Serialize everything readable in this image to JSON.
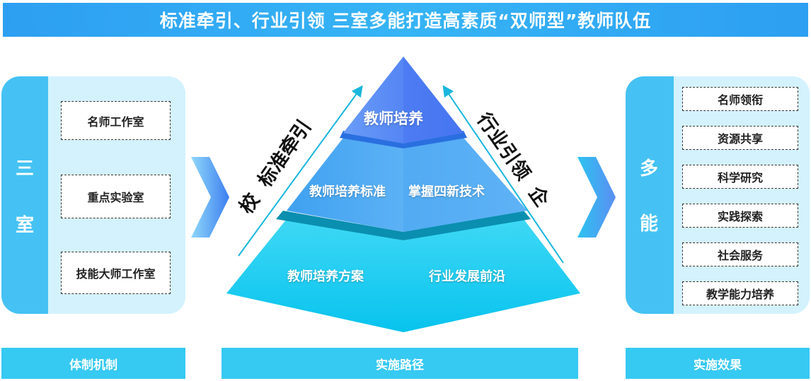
{
  "title": "标准牵引、行业引领 三室多能打造高素质“双师型”教师队伍",
  "left": {
    "side_label": [
      "三",
      "室"
    ],
    "items": [
      "名师工作室",
      "重点实验室",
      "技能大师工作室"
    ]
  },
  "right": {
    "side_label": [
      "多",
      "能"
    ],
    "items": [
      "名师领衔",
      "资源共享",
      "科学研究",
      "实践探索",
      "社会服务",
      "教学能力培养"
    ]
  },
  "pyramid": {
    "top": "教师培养",
    "middle": [
      "教师培养标准",
      "掌握四新技术"
    ],
    "bottom": [
      "教师培养方案",
      "行业发展前沿"
    ]
  },
  "arrows": {
    "left": [
      "校",
      "标准牵引"
    ],
    "right": [
      "行业引领",
      "企"
    ]
  },
  "footer": [
    "体制机制",
    "实施路径",
    "实施效果"
  ]
}
